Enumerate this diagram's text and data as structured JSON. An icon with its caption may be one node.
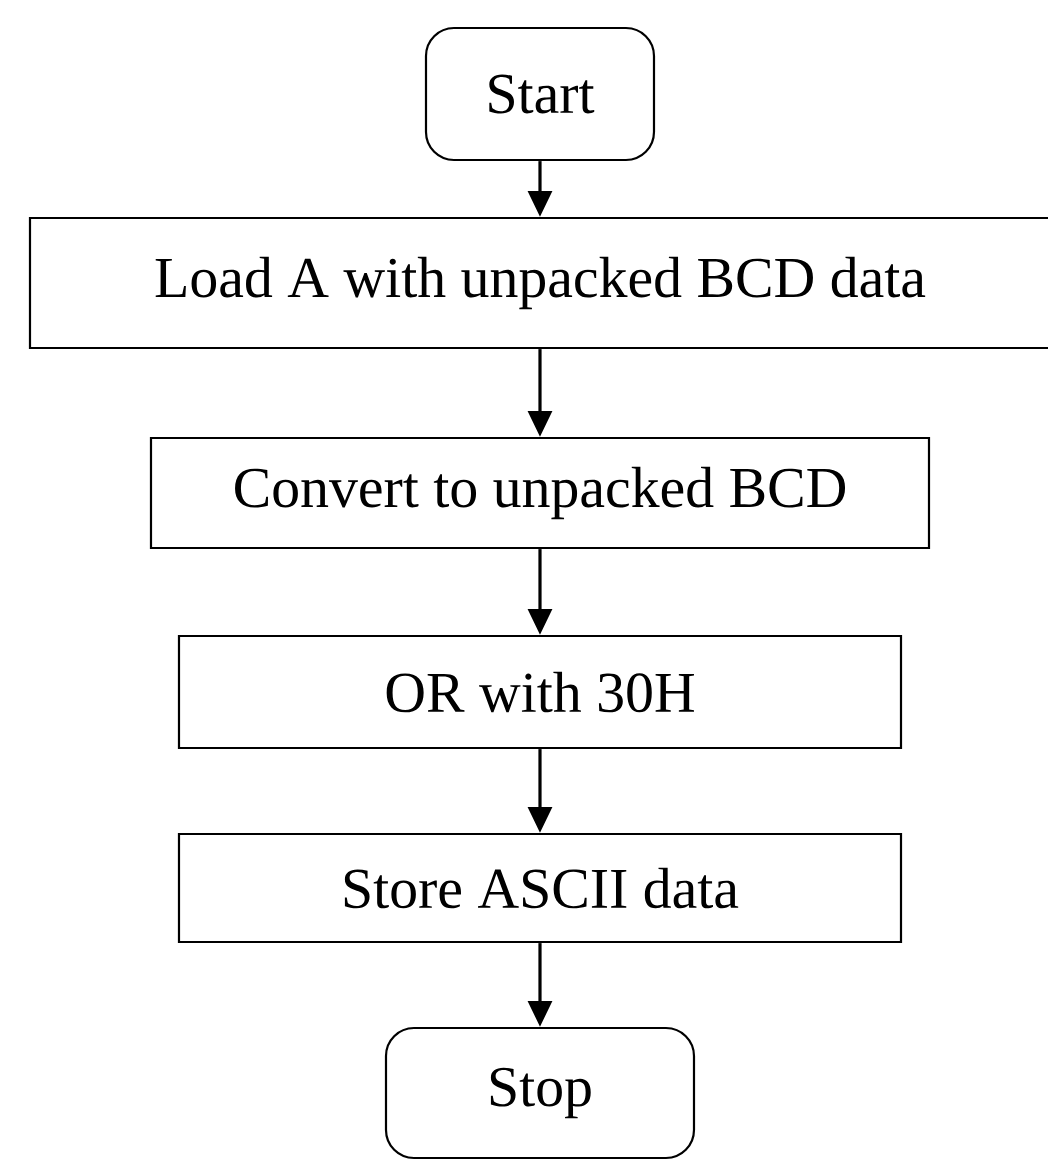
{
  "diagram": {
    "nodes": [
      {
        "text": [
          "Start"
        ]
      },
      {
        "text": [
          "Load A with unpacked BCD data"
        ]
      },
      {
        "text": [
          "Convert to unpacked BCD"
        ]
      },
      {
        "text": [
          "OR with 30H"
        ]
      },
      {
        "text": [
          "Store ASCII data"
        ]
      },
      {
        "text": [
          "Stop"
        ]
      }
    ],
    "edges": [
      {
        "from": 0,
        "to": 1,
        "arrow": "to"
      },
      {
        "from": 1,
        "to": 2,
        "arrow": "to"
      },
      {
        "from": 2,
        "to": 3,
        "arrow": "to"
      },
      {
        "from": 3,
        "to": 4,
        "arrow": "to"
      },
      {
        "from": 4,
        "to": 5,
        "arrow": "to"
      }
    ]
  }
}
